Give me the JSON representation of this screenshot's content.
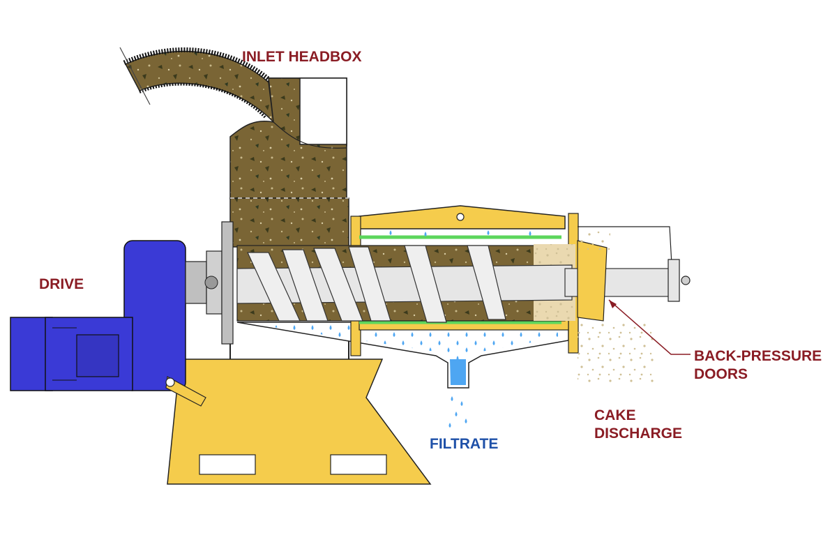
{
  "labels": {
    "inlet_headbox": "INLET HEADBOX",
    "drive": "DRIVE",
    "back_pressure_line1": "BACK-PRESSURE",
    "back_pressure_line2": "DOORS",
    "cake_line1": "CAKE",
    "cake_line2": "DISCHARGE",
    "filtrate": "FILTRATE"
  },
  "colors": {
    "label_red": "#8a1c24",
    "label_blue": "#1e50a8",
    "sludge": "#7a6535",
    "sludge_dark": "#3b3a1c",
    "frame_yellow": "#f5cc4c",
    "motor_blue": "#3a3ad6",
    "screw_gray": "#e6e6e6",
    "filtrate_blue": "#4ea6f2",
    "screen_green": "#5cd65c",
    "cake_tan": "#ead9b0"
  }
}
